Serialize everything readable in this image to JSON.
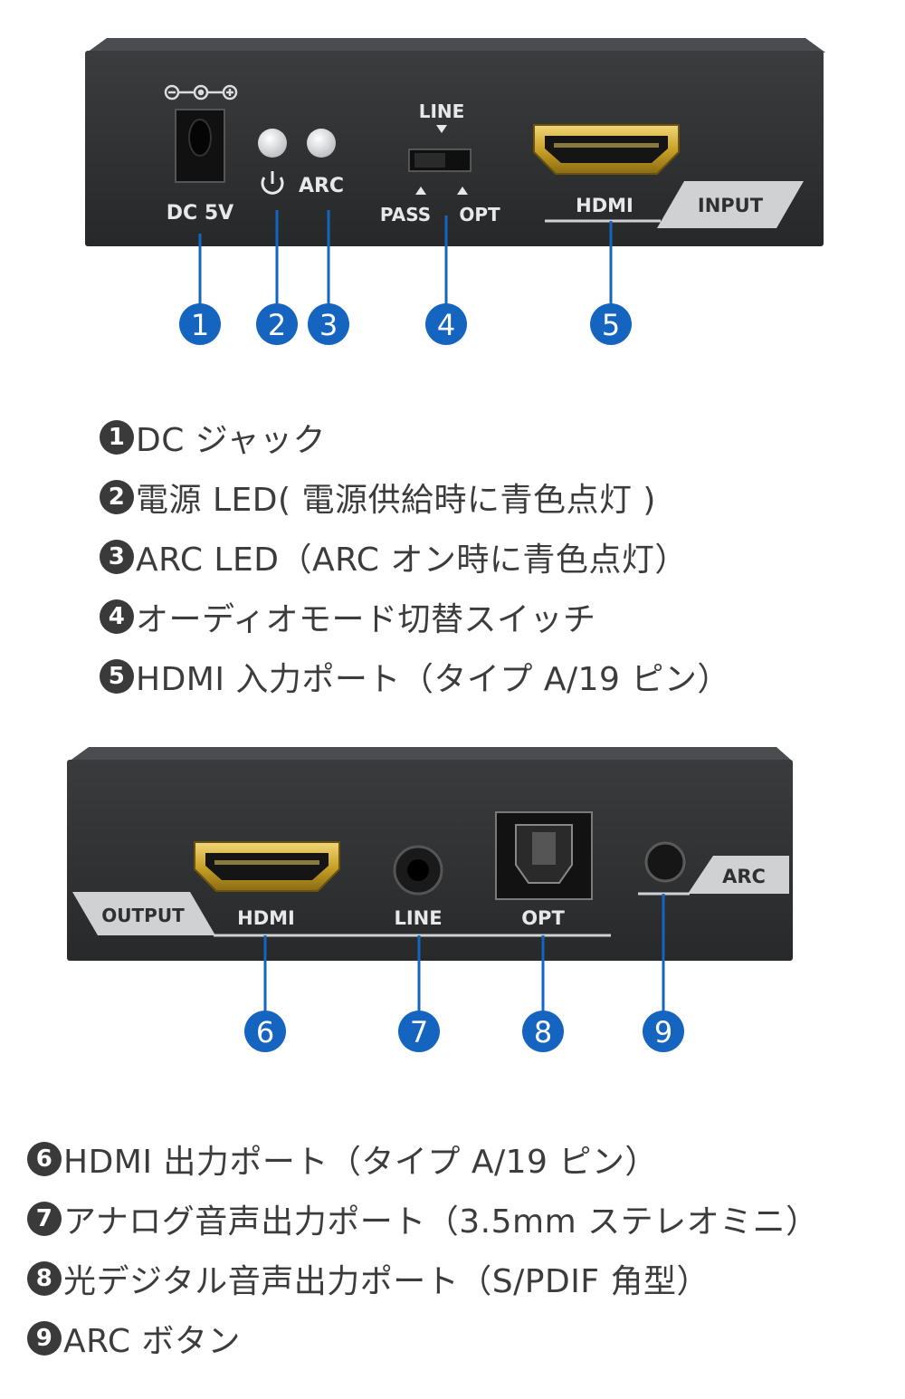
{
  "device_front": {
    "dc_symbol": "⊖-⊙-⊕",
    "dc_label": "DC 5V",
    "power_symbol": "⏻",
    "arc_label": "ARC",
    "line_label": "LINE",
    "pass_label": "PASS",
    "opt_label": "OPT",
    "hdmi_label": "HDMI",
    "input_label": "INPUT"
  },
  "device_back": {
    "output_label": "OUTPUT",
    "hdmi_label": "HDMI",
    "line_label": "LINE",
    "opt_label": "OPT",
    "arc_label": "ARC"
  },
  "callouts_top": [
    "1",
    "2",
    "3",
    "4",
    "5"
  ],
  "callouts_bottom": [
    "6",
    "7",
    "8",
    "9"
  ],
  "legend_top": [
    {
      "num": "1",
      "text": "DC ジャック"
    },
    {
      "num": "2",
      "text": "電源 LED( 電源供給時に青色点灯 )"
    },
    {
      "num": "3",
      "text": "ARC LED（ARC オン時に青色点灯）"
    },
    {
      "num": "4",
      "text": "オーディオモード切替スイッチ"
    },
    {
      "num": "5",
      "text": "HDMI 入力ポート（タイプ A/19 ピン）"
    }
  ],
  "legend_bottom": [
    {
      "num": "6",
      "text": "HDMI 出力ポート（タイプ A/19 ピン）"
    },
    {
      "num": "7",
      "text": "アナログ音声出力ポート（3.5mm ステレオミニ）"
    },
    {
      "num": "8",
      "text": "光デジタル音声出力ポート（S/PDIF 角型）"
    },
    {
      "num": "9",
      "text": "ARC ボタン"
    }
  ],
  "colors": {
    "callout_blue": "#1565c0",
    "device_body": "#2b2d2f",
    "device_label": "#e8e8e8",
    "gold": "#c9a227"
  }
}
